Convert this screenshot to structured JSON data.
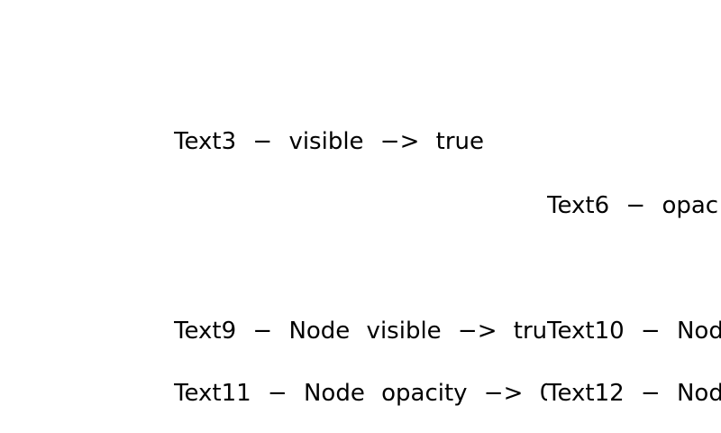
{
  "scene": {
    "background_color": "#ffffff",
    "text_color": "#000000"
  },
  "labels": {
    "text3": "Text3 − visible −> true",
    "text6": "Text6 − opac",
    "text9": "Text9 − Node visible −> tru",
    "text10": "Text10 − Nod",
    "text11": "Text11 − Node opacity −> 0",
    "text12": "Text12 − Nod"
  }
}
